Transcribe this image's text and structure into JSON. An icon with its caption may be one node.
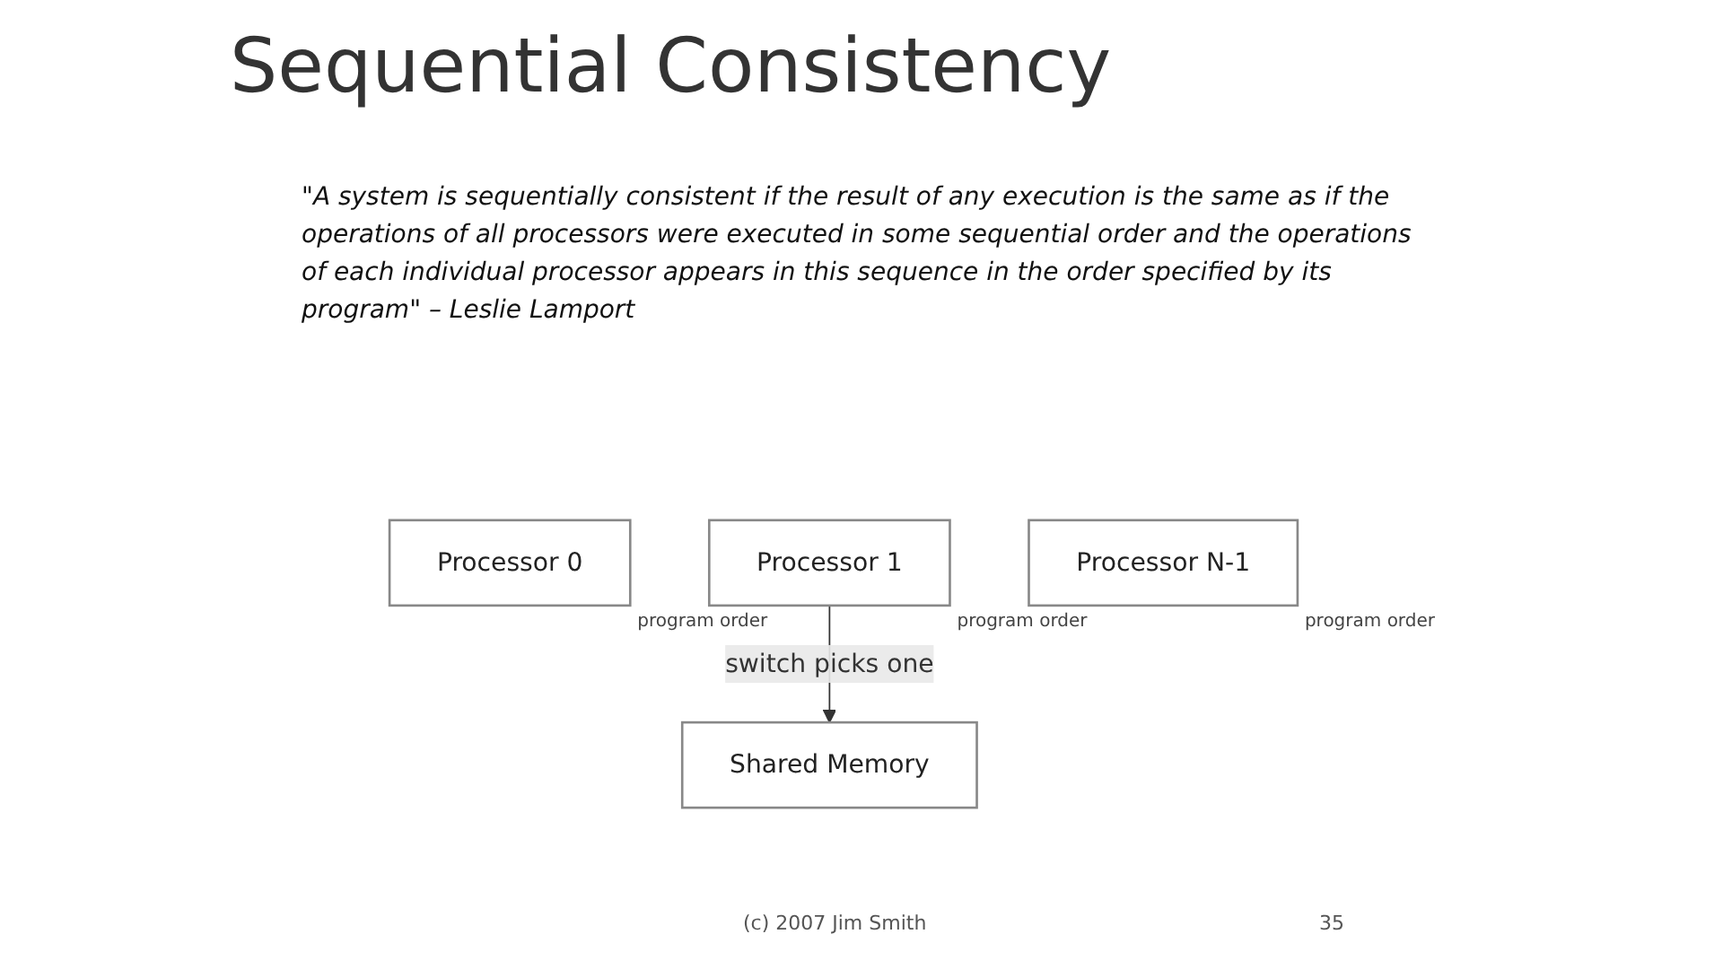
{
  "diagram": {
    "title": "Sequential Consistency",
    "nodes": [
      {
        "text": [
          "Processor 0"
        ],
        "beside": [
          "program order"
        ]
      },
      {
        "text": [
          "Processor 1"
        ],
        "beside": [
          "program order"
        ]
      },
      {
        "text": [
          "Processor N-1"
        ],
        "beside": [
          "program order"
        ]
      },
      {
        "text": [
          "Shared Memory"
        ]
      }
    ],
    "edges": [
      {
        "from": 1,
        "to": 3,
        "arrow": "to",
        "label": "switch picks one"
      }
    ],
    "labels": [
      "\"A system is sequentially consistent if the result of any execution is the same as if the operations of all processors were executed in some sequential order and the operations of each individual processor appears in this sequence in the order specified by its program\" – Leslie Lamport",
      "(c) 2007 Jim Smith",
      "35"
    ]
  }
}
